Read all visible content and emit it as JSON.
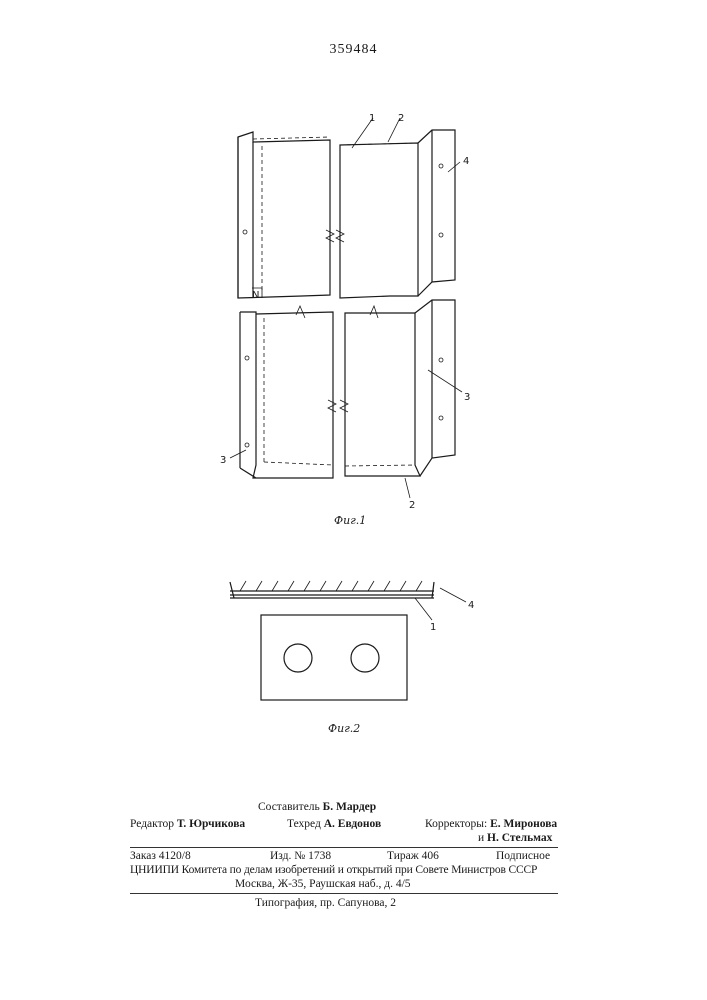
{
  "patent_number": "359484",
  "figure1": {
    "caption": "Фиг.1",
    "labels": {
      "l1": "1",
      "l2_top": "2",
      "l4": "4",
      "l3_right": "3",
      "l3_left": "3",
      "l2_bottom": "2"
    }
  },
  "figure2": {
    "caption": "Фиг.2",
    "labels": {
      "l4": "4",
      "l1": "1"
    }
  },
  "footer": {
    "compiler_label": "Составитель",
    "compiler_name": "Б. Мардер",
    "editor_label": "Редактор",
    "editor_name": "Т. Юрчикова",
    "techred_label": "Техред",
    "techred_name": "А. Евдонов",
    "correctors_label": "Корректоры:",
    "corrector1": "Е. Миронова",
    "corrector_and": "и",
    "corrector2": "Н. Стельмах",
    "order": "Заказ 4120/8",
    "edition": "Изд. № 1738",
    "circulation": "Тираж 406",
    "subscription": "Подписное",
    "org_line": "ЦНИИПИ Комитета по делам изобретений и открытий при Совете Министров СССР",
    "address": "Москва, Ж-35, Раушская наб., д. 4/5",
    "printing": "Типография, пр. Сапунова, 2"
  }
}
